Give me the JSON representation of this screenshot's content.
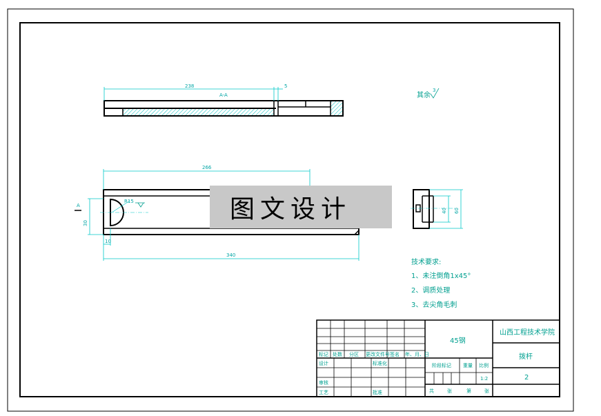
{
  "colors": {
    "outline": "#000000",
    "dimension": "#00c8c8",
    "text": "#009f8f",
    "hatch": "#00bfbf",
    "watermark_bg": "#c8c8c8"
  },
  "top_view": {
    "dim_length": "238",
    "dim_small": "5",
    "section_label": "A-A"
  },
  "roughness": {
    "label": "其余",
    "value": "3"
  },
  "front_view": {
    "dim_top": "266",
    "dim_bottom": "340",
    "dim_left_height": "30",
    "dim_left_small": "10",
    "dim_radius": "R15",
    "section_marker": "A"
  },
  "side_view": {
    "dim_inner": "40",
    "dim_outer": "60"
  },
  "watermark": {
    "text": "图文设计"
  },
  "tech_requirements": {
    "title": "技术要求:",
    "items": [
      "1、未注倒角1x45°",
      "2、调质处理",
      "3、去尖角毛刺"
    ]
  },
  "title_block": {
    "material": "45钢",
    "school": "山西工程技术学院",
    "part_name": "拨杆",
    "drawing_no": "2",
    "scale": "1:2",
    "change_row": [
      "标记",
      "处数",
      "分区",
      "更改文件号",
      "签名",
      "年、月、日"
    ],
    "design": "设计",
    "standardize": "标准化",
    "review": "审核",
    "process": "工艺",
    "approve": "批准",
    "stage_mark": "阶段标记",
    "weight": "重量",
    "ratio": "比例",
    "sheets_row": [
      "共",
      "张",
      "第",
      "张"
    ]
  }
}
